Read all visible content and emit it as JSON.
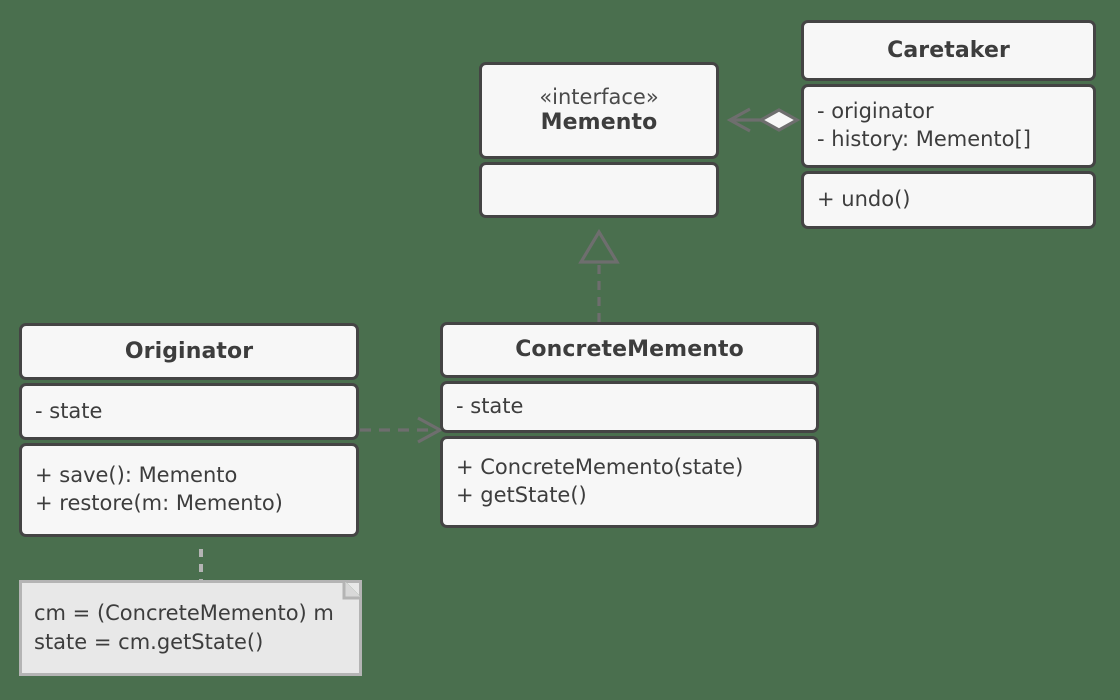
{
  "diagram": {
    "kind": "uml-class-diagram",
    "pattern_name": "Memento",
    "background_color": "#4a6f4e",
    "box_fill": "#f7f7f7",
    "box_border": "#444444",
    "text_color": "#3d3d3d",
    "edge_color": "#6e6e6e",
    "note_fill": "#e8e8e8",
    "note_border": "#b4b4b4"
  },
  "classes": {
    "memento": {
      "stereotype": "«interface»",
      "name": "Memento",
      "attributes": [],
      "methods": []
    },
    "caretaker": {
      "name": "Caretaker",
      "attributes": [
        "- originator",
        "- history: Memento[]"
      ],
      "methods": [
        "+ undo()"
      ]
    },
    "originator": {
      "name": "Originator",
      "attributes": [
        "- state"
      ],
      "methods": [
        "+ save(): Memento",
        "+ restore(m: Memento)"
      ]
    },
    "concrete_memento": {
      "name": "ConcreteMemento",
      "attributes": [
        "- state"
      ],
      "methods": [
        "+ ConcreteMemento(state)",
        "+ getState()"
      ]
    }
  },
  "note": {
    "lines": [
      "cm = (ConcreteMemento) m",
      "state = cm.getState()"
    ],
    "attached_to": "Originator"
  },
  "relationships": [
    {
      "id": "caretaker-aggregates-memento",
      "type": "aggregation",
      "from": "Caretaker",
      "to": "Memento",
      "line_style": "solid",
      "source_decoration": "hollow-diamond",
      "target_decoration": "open-arrow"
    },
    {
      "id": "concretememento-realizes-memento",
      "type": "realization",
      "from": "ConcreteMemento",
      "to": "Memento",
      "line_style": "dashed",
      "target_decoration": "hollow-triangle"
    },
    {
      "id": "originator-depends-concretememento",
      "type": "dependency",
      "from": "Originator",
      "to": "ConcreteMemento",
      "line_style": "dashed",
      "target_decoration": "open-arrow"
    },
    {
      "id": "originator-note-link",
      "type": "note-link",
      "from": "Originator",
      "to": "note",
      "line_style": "dashed",
      "target_decoration": "none"
    }
  ]
}
